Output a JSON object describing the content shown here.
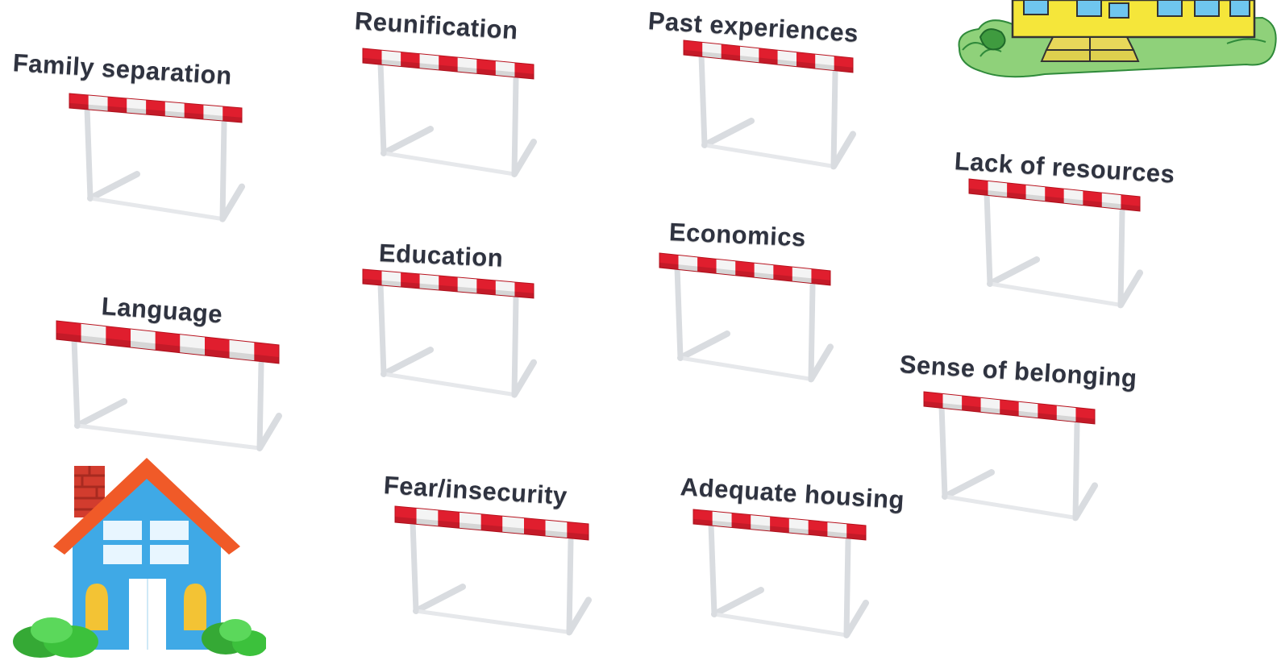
{
  "hurdles": [
    {
      "id": "family-separation",
      "label": "Family separation"
    },
    {
      "id": "reunification",
      "label": "Reunification"
    },
    {
      "id": "past-experiences",
      "label": "Past experiences"
    },
    {
      "id": "lack-of-resources",
      "label": "Lack of resources"
    },
    {
      "id": "education",
      "label": "Education"
    },
    {
      "id": "economics",
      "label": "Economics"
    },
    {
      "id": "language",
      "label": "Language"
    },
    {
      "id": "sense-of-belonging",
      "label": "Sense of belonging"
    },
    {
      "id": "fear-insecurity",
      "label": "Fear/insecurity"
    },
    {
      "id": "adequate-housing",
      "label": "Adequate housing"
    }
  ],
  "icons": {
    "home": "house-icon",
    "school": "school-building-icon"
  },
  "colors": {
    "bar_red": "#e01e2e",
    "bar_white": "#f4f4f4",
    "leg": "#d9dce0",
    "house_wall": "#3fa9e6",
    "house_roof": "#f05a28",
    "house_window": "#e8f6ff",
    "house_shutter": "#f3c334",
    "bush": "#3cb33c",
    "school_wall": "#f5e63a",
    "label_text": "#2f3340"
  }
}
